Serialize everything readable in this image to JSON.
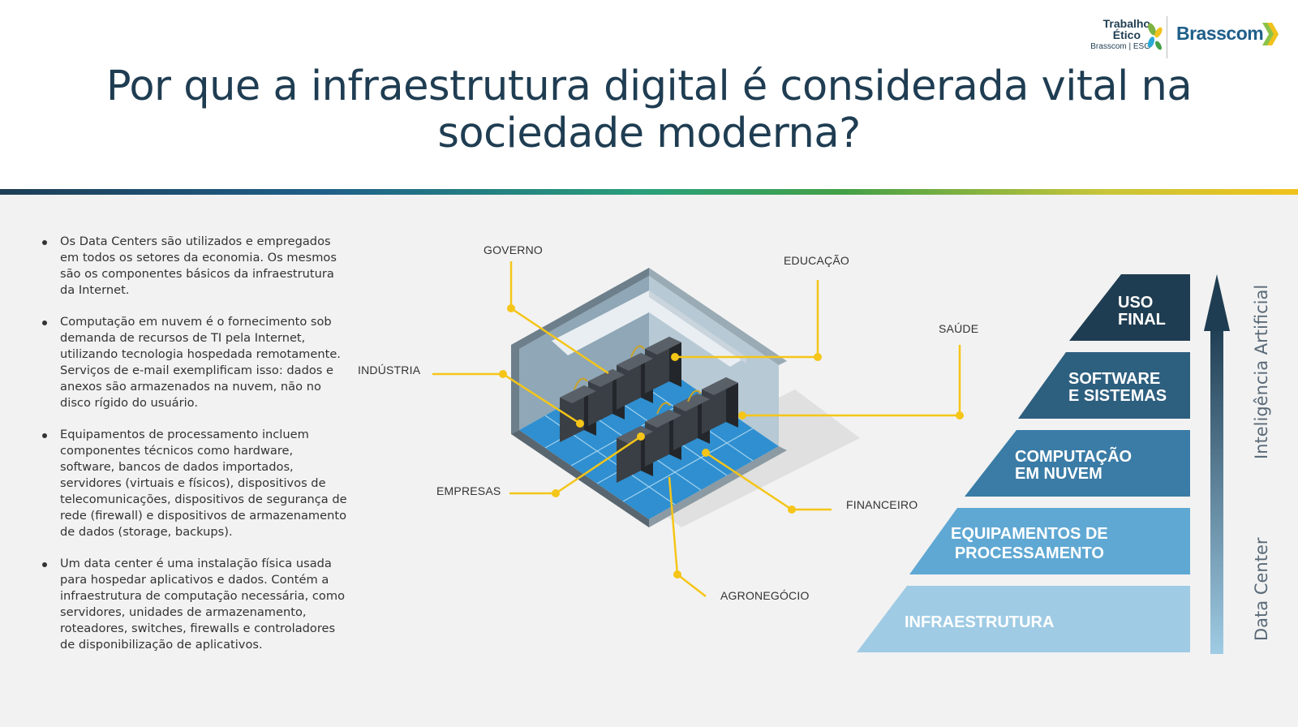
{
  "header": {
    "title_line1": "Por que a infraestrutura digital é considerada vital na",
    "title_line2": "sociedade moderna?",
    "logo_trabalho": "Trabalho",
    "logo_etico": "Ético",
    "logo_sub": "Brasscom | ESG",
    "logo_brand": "Brasscom"
  },
  "bullets": [
    "Os Data Centers são utilizados e empregados em todos os setores da economia. Os mesmos são os componentes básicos da infraestrutura da Internet.",
    "Computação em nuvem é o fornecimento sob demanda de recursos de TI pela Internet, utilizando tecnologia hospedada remotamente. Serviços de e-mail exemplificam isso: dados e anexos são armazenados na nuvem, não no disco rígido do usuário.",
    "Equipamentos de processamento incluem componentes técnicos como hardware, software, bancos de dados importados, servidores (virtuais e físicos), dispositivos de telecomunicações, dispositivos de segurança de rede (firewall) e dispositivos de armazenamento de dados (storage, backups).",
    "Um data center é uma instalação física usada para hospedar aplicativos e dados. Contém a infraestrutura de computação necessária, como servidores, unidades de armazenamento, roteadores, switches, firewalls e controladores de disponibilização de aplicativos."
  ],
  "sectors": {
    "governo": "GOVERNO",
    "educacao": "EDUCAÇÃO",
    "saude": "SAÚDE",
    "industria": "INDÚSTRIA",
    "empresas": "EMPRESAS",
    "financeiro": "FINANCEIRO",
    "agronegocio": "AGRONEGÓCIO"
  },
  "pyramid": {
    "level1": "INFRAESTRUTURA",
    "level2_line1": "EQUIPAMENTOS DE",
    "level2_line2": "PROCESSAMENTO",
    "level3_line1": "COMPUTAÇÃO",
    "level3_line2": "EM NUVEM",
    "level4_line1": "SOFTWARE",
    "level4_line2": "E SISTEMAS",
    "level5_line1": "USO",
    "level5_line2": "FINAL",
    "axis_top": "Inteligência Artificial",
    "axis_bottom": "Data Center"
  },
  "colors": {
    "title": "#1f3d52",
    "connector": "#f5c518",
    "pyramid_level1": "#9fcbe4",
    "pyramid_level2": "#5fa8d3",
    "pyramid_level3": "#3a7ca6",
    "pyramid_level4": "#2d5f7f",
    "pyramid_level5": "#1f3d52"
  }
}
